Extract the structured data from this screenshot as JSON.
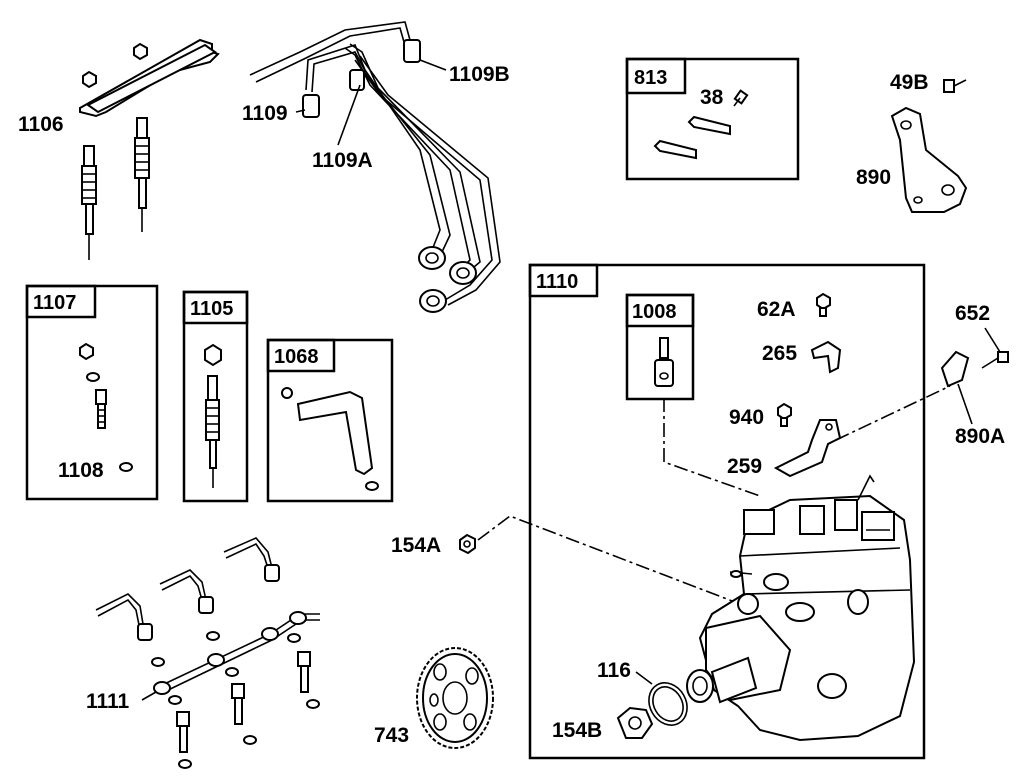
{
  "labels": {
    "p1106": "1106",
    "p1109": "1109",
    "p1109A": "1109A",
    "p1109B": "1109B",
    "p813": "813",
    "p38": "38",
    "p49B": "49B",
    "p890": "890",
    "p1107": "1107",
    "p1108": "1108",
    "p1105": "1105",
    "p1068": "1068",
    "p1110": "1110",
    "p1008": "1008",
    "p62A": "62A",
    "p265": "265",
    "p940": "940",
    "p259": "259",
    "p652": "652",
    "p890A": "890A",
    "p154A": "154A",
    "p116": "116",
    "p154B": "154B",
    "p1111": "1111",
    "p743": "743"
  }
}
